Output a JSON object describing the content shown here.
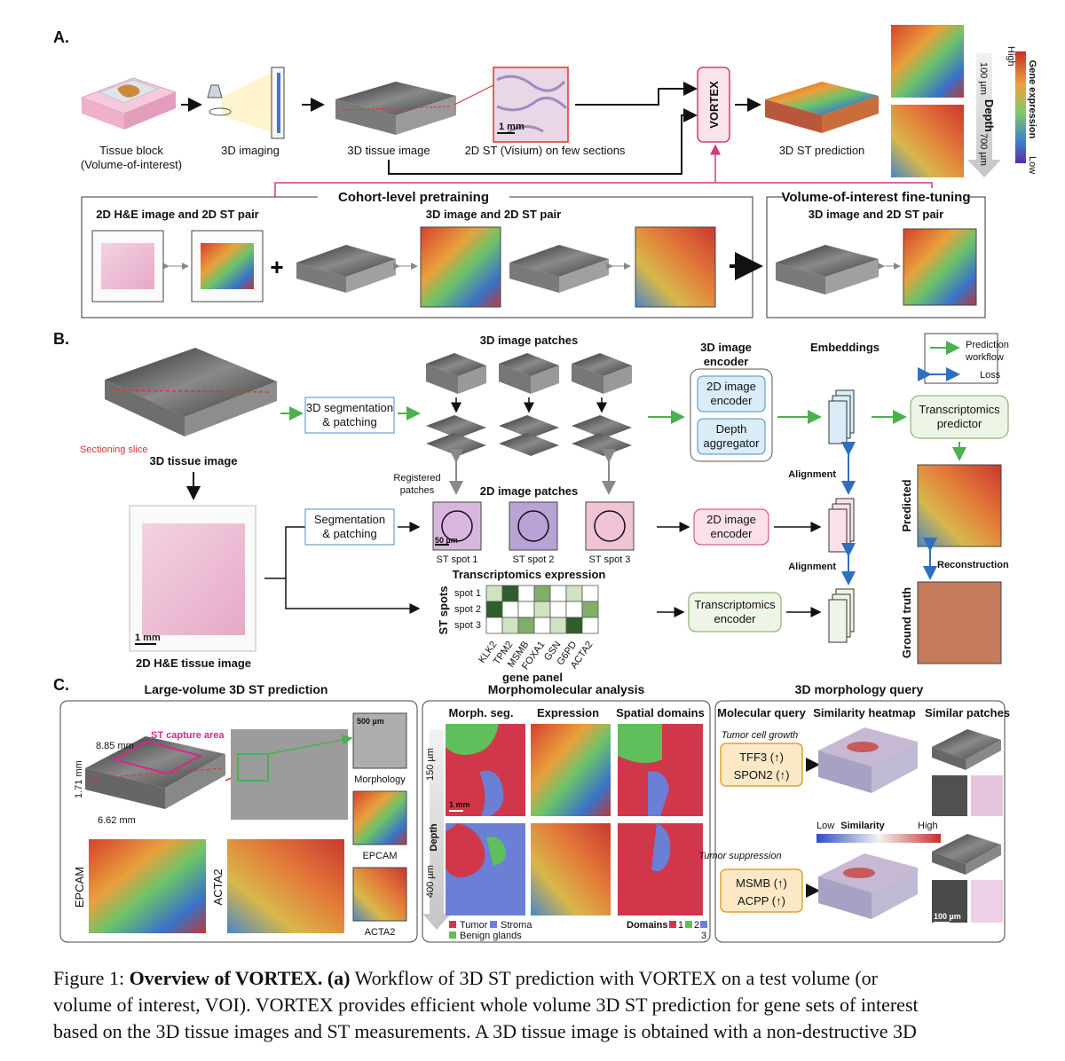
{
  "sections": {
    "a": "A.",
    "b": "B.",
    "c": "C."
  },
  "panel_a": {
    "tissue_block": "Tissue block",
    "voi": "(Volume-of-interest)",
    "imaging": "3D imaging",
    "tissue_image": "3D tissue image",
    "st_sections": "2D ST (Visium) on few sections",
    "scale_1mm": "1 mm",
    "vortex": "VORTEX",
    "prediction": "3D ST prediction",
    "depth_top": "100 µm",
    "depth_label": "Depth",
    "depth_bottom": "700 µm",
    "gene_expr": "Gene expression",
    "high": "High",
    "low": "Low",
    "cohort": "Cohort-level pretraining",
    "he_pair": "2D H&E image and 2D ST pair",
    "pair3d": "3D image and 2D ST pair",
    "plus": "+",
    "finetune": "Volume-of-interest fine-tuning",
    "pair3d_ft": "3D image and 2D ST pair"
  },
  "panel_b": {
    "tissue_image": "3D tissue image",
    "sectioning": "Sectioning slice",
    "seg3d_l1": "3D segmentation",
    "seg3d_l2": "& patching",
    "patches3d": "3D image patches",
    "encoder3d_l1": "3D image",
    "encoder3d_l2": "encoder",
    "enc2d_l1": "2D image",
    "enc2d_l2": "encoder",
    "depth_l1": "Depth",
    "depth_l2": "aggregator",
    "embeddings": "Embeddings",
    "legend_pred_l1": "Prediction",
    "legend_pred_l2": "workflow",
    "legend_loss": "Loss",
    "tp_l1": "Transcriptomics",
    "tp_l2": "predictor",
    "registered_l1": "Registered",
    "registered_l2": "patches",
    "patches2d": "2D image patches",
    "alignment1": "Alignment",
    "alignment2": "Alignment",
    "seg_l1": "Segmentation",
    "seg_l2": "& patching",
    "scale_50": "50 µm",
    "spot1": "ST spot 1",
    "spot2": "ST spot 2",
    "spot3": "ST spot 3",
    "enc2d_pink_l1": "2D image",
    "enc2d_pink_l2": "encoder",
    "predicted": "Predicted",
    "reconstruction": "Reconstruction",
    "ground_truth": "Ground truth",
    "he_image": "2D H&E tissue image",
    "scale_1mm": "1 mm",
    "te_title": "Transcriptomics expression",
    "st_spots": "ST spots",
    "rows": [
      "spot 1",
      "spot 2",
      "spot 3"
    ],
    "genes": [
      "KLK2",
      "TPM2",
      "MSMB",
      "FOXA1",
      "GSN",
      "G6PD",
      "ACTA2"
    ],
    "gene_panel": "gene panel",
    "te_enc_l1": "Transcriptomics",
    "te_enc_l2": "encoder"
  },
  "panel_c": {
    "large_vol": "Large-volume 3D ST prediction",
    "capture": "ST capture area",
    "dim_w": "8.85 mm",
    "dim_h": "1.71 mm",
    "dim_d": "6.62 mm",
    "scale_500": "500 µm",
    "morphology": "Morphology",
    "epcam": "EPCAM",
    "acta2": "ACTA2",
    "epcam_big": "EPCAM",
    "acta2_big": "ACTA2",
    "morpho": "Morphomolecular analysis",
    "morph_seg": "Morph. seg.",
    "expression": "Expression",
    "spatial": "Spatial domains",
    "d150": "150 µm",
    "depth": "Depth",
    "d400": "400 µm",
    "scale_1mm": "1 mm",
    "tumor": "Tumor",
    "stroma": "Stroma",
    "benign": "Benign glands",
    "domains": "Domains",
    "dom1": "1",
    "dom2": "2",
    "dom3": "3",
    "query": "3D morphology query",
    "mol_query": "Molecular query",
    "sim_heatmap": "Similarity heatmap",
    "sim_patches": "Similar patches",
    "growth": "Tumor cell growth",
    "tff3": "TFF3 (↑)",
    "spon2": "SPON2 (↑)",
    "low": "Low",
    "similarity": "Similarity",
    "high": "High",
    "suppression": "Tumor suppression",
    "msmb": "MSMB (↑)",
    "acpp": "ACPP (↑)",
    "scale_100": "100 µm"
  },
  "colors": {
    "vortex_fill": "#fbe3ec",
    "vortex_stroke": "#d23a7a",
    "green_arrow": "#4caf50",
    "blue_arrow": "#2f6fbf",
    "encoder_blue": "#d9ecf8",
    "encoder_pink": "#fbe0ea",
    "encoder_green": "#eef5e6",
    "query_fill": "#fde8c6",
    "query_stroke": "#e0a030",
    "tumor": "#d1374a",
    "stroma": "#6b7fd7",
    "benign": "#5fbf5a",
    "magenta": "#d6288a"
  },
  "caption": {
    "fig": "Figure 1: ",
    "title": "Overview of VORTEX",
    "a_label": "(a)",
    "line1_rest": " Workflow of 3D ST prediction with VORTEX on a test volume (or",
    "line2": "volume of interest, VOI). VORTEX provides efficient whole volume 3D ST prediction for gene sets of interest",
    "line3": "based on the 3D tissue images and ST measurements. A 3D tissue image is obtained with a non-destructive 3D"
  }
}
